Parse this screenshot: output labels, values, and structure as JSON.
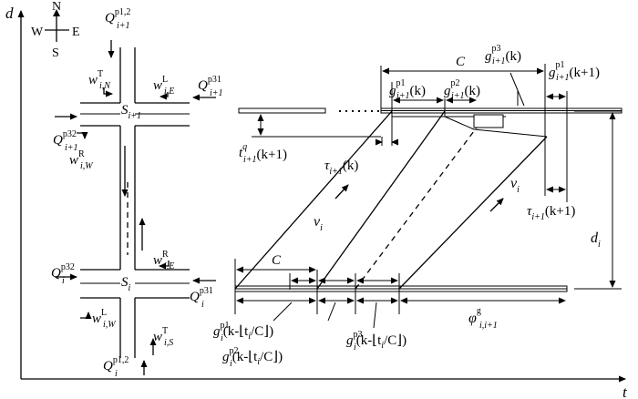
{
  "axes": {
    "y_label": "d",
    "x_label": "t"
  },
  "compass": {
    "n": "N",
    "s": "S",
    "w": "W",
    "e": "E"
  },
  "upper_node": {
    "name": "S",
    "name_sub": "i+1",
    "q_top": "Q",
    "q_top_sup": "p1,2",
    "q_top_sub": "i+1",
    "w_n": "w",
    "w_n_sup": "T",
    "w_n_sub": "i,N",
    "w_e": "w",
    "w_e_sup": "L",
    "w_e_sub": "i,E",
    "q_right": "Q",
    "q_right_sup": "p31",
    "q_right_sub": "i+1",
    "q_left": "Q",
    "q_left_sup": "p32",
    "q_left_sub": "i+1",
    "w_w": "w",
    "w_w_sup": "R",
    "w_w_sub": "i,W"
  },
  "lower_node": {
    "name": "S",
    "name_sub": "i",
    "q_left": "Q",
    "q_left_sup": "p32",
    "q_left_sub": "i",
    "w_e": "w",
    "w_e_sup": "R",
    "w_e_sub": "i,E",
    "q_right": "Q",
    "q_right_sup": "p31",
    "q_right_sub": "i",
    "w_w": "w",
    "w_w_sup": "L",
    "w_w_sub": "i,W",
    "w_s": "w",
    "w_s_sup": "T",
    "w_s_sub": "i,S",
    "q_bottom": "Q",
    "q_bottom_sup": "p1,2",
    "q_bottom_sub": "i"
  },
  "labels": {
    "C_top": "C",
    "g_p3_top": "g",
    "g_p3_top_sup": "p3",
    "g_p3_top_sub": "i+1",
    "g_p3_top_arg": "(k)",
    "g_p1_top": "g",
    "g_p1_top_sup": "p1",
    "g_p1_top_sub": "i+1",
    "g_p1_top_arg": "(k)",
    "g_p2_top": "g",
    "g_p2_top_sup": "p2",
    "g_p2_top_sub": "i+1",
    "g_p2_top_arg": "(k)",
    "g_p1_next": "g",
    "g_p1_next_sup": "p1",
    "g_p1_next_sub": "i+1",
    "g_p1_next_arg": "(k+1)",
    "t_q": "t",
    "t_q_sup": "q",
    "t_q_sub": "i+1",
    "t_q_arg": "(k+1)",
    "tau_k": "τ",
    "tau_k_sub": "i+1",
    "tau_k_arg": "(k)",
    "v_left": "v",
    "v_left_sub": "i",
    "v_right": "v",
    "v_right_sub": "i",
    "tau_k1": "τ",
    "tau_k1_sub": "i+1",
    "tau_k1_arg": "(k+1)",
    "d_i": "d",
    "d_i_sub": "i",
    "C_bottom": "C",
    "phi": "φ",
    "phi_sup": "g",
    "phi_sub": "i,i+1",
    "g_p1_bot": "g",
    "g_p1_bot_sup": "p1",
    "g_p1_bot_sub": "i",
    "g_p1_bot_arg": "(k-⌊t",
    "g_p1_bot_arg_sub": "i",
    "g_p1_bot_arg_tail": "/C⌋)",
    "g_p3_bot": "g",
    "g_p3_bot_sup": "p3",
    "g_p3_bot_sub": "i",
    "g_p3_bot_arg": "(k-⌊t",
    "g_p3_bot_arg_sub": "i",
    "g_p3_bot_arg_tail": "/C⌋)",
    "g_p2_bot": "g",
    "g_p2_bot_sup": "p2",
    "g_p2_bot_sub": "i",
    "g_p2_bot_arg": "(k-⌊t",
    "g_p2_bot_arg_sub": "i",
    "g_p2_bot_arg_tail": "/C⌋)"
  }
}
